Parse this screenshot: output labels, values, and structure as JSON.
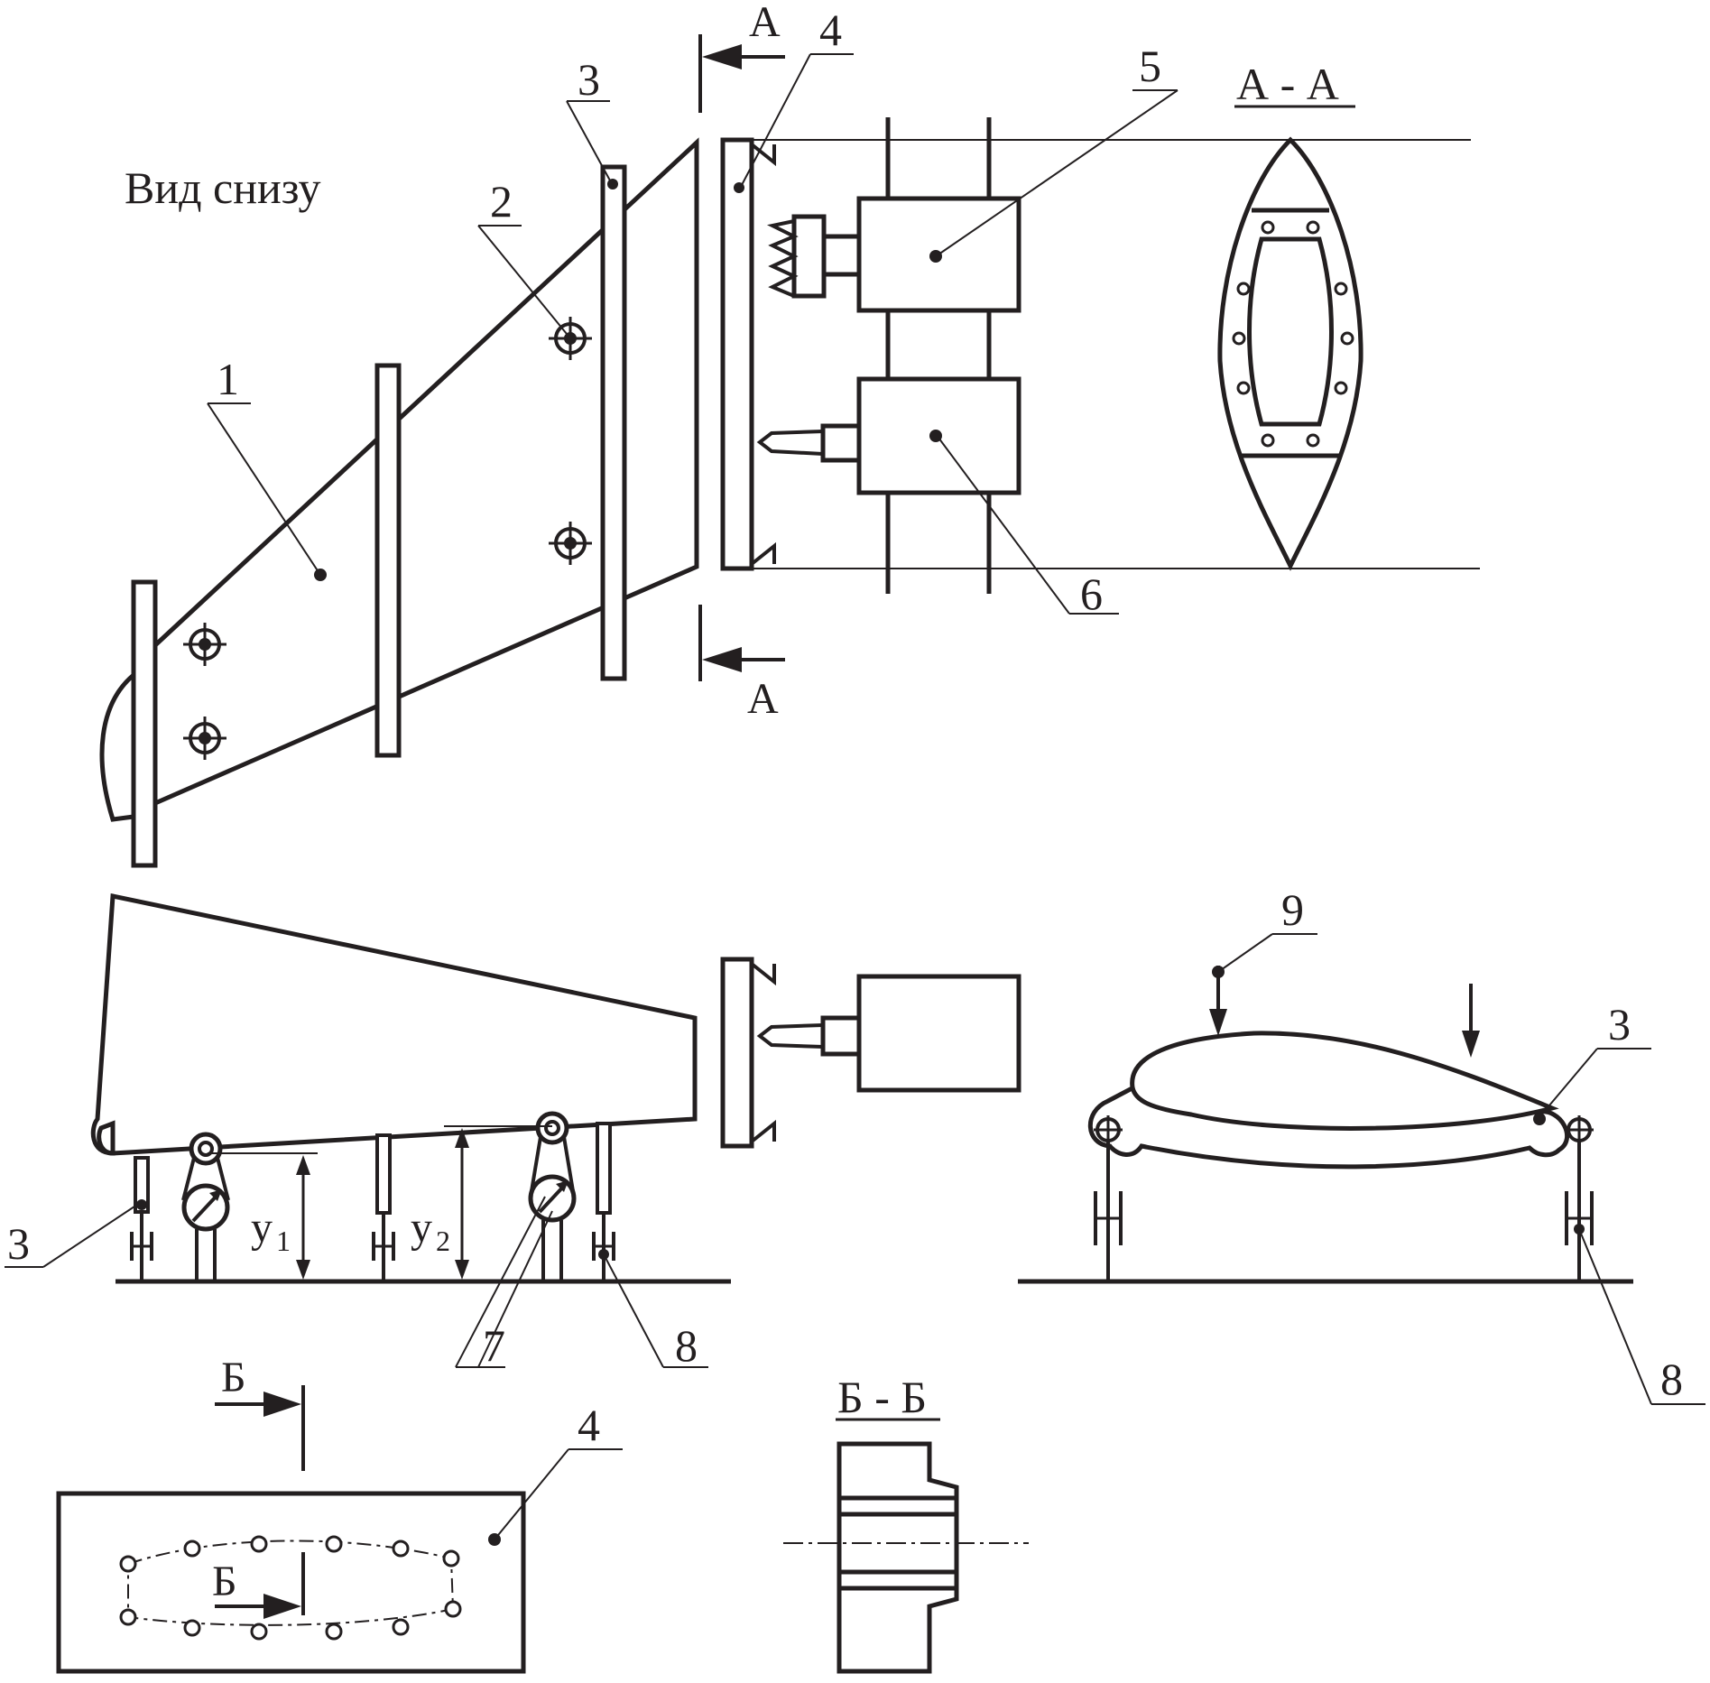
{
  "labels": {
    "view_title": "Вид снизу",
    "section_aa_title": "А - А",
    "section_bb_title": "Б - Б",
    "cut_a_top": "А",
    "cut_a_bottom": "А",
    "cut_b_top": "Б",
    "cut_b_inner": "Б",
    "y1": "y",
    "y1_sub": "1",
    "y2": "y",
    "y2_sub": "2"
  },
  "callouts": {
    "n1": "1",
    "n2": "2",
    "n3_top": "3",
    "n4_top": "4",
    "n5": "5",
    "n6": "6",
    "n3_side": "3",
    "n7": "7",
    "n8_side": "8",
    "n9": "9",
    "n3_front": "3",
    "n8_front": "8",
    "n4_bottom": "4"
  },
  "colors": {
    "ink": "#231f20",
    "background": "#ffffff"
  }
}
